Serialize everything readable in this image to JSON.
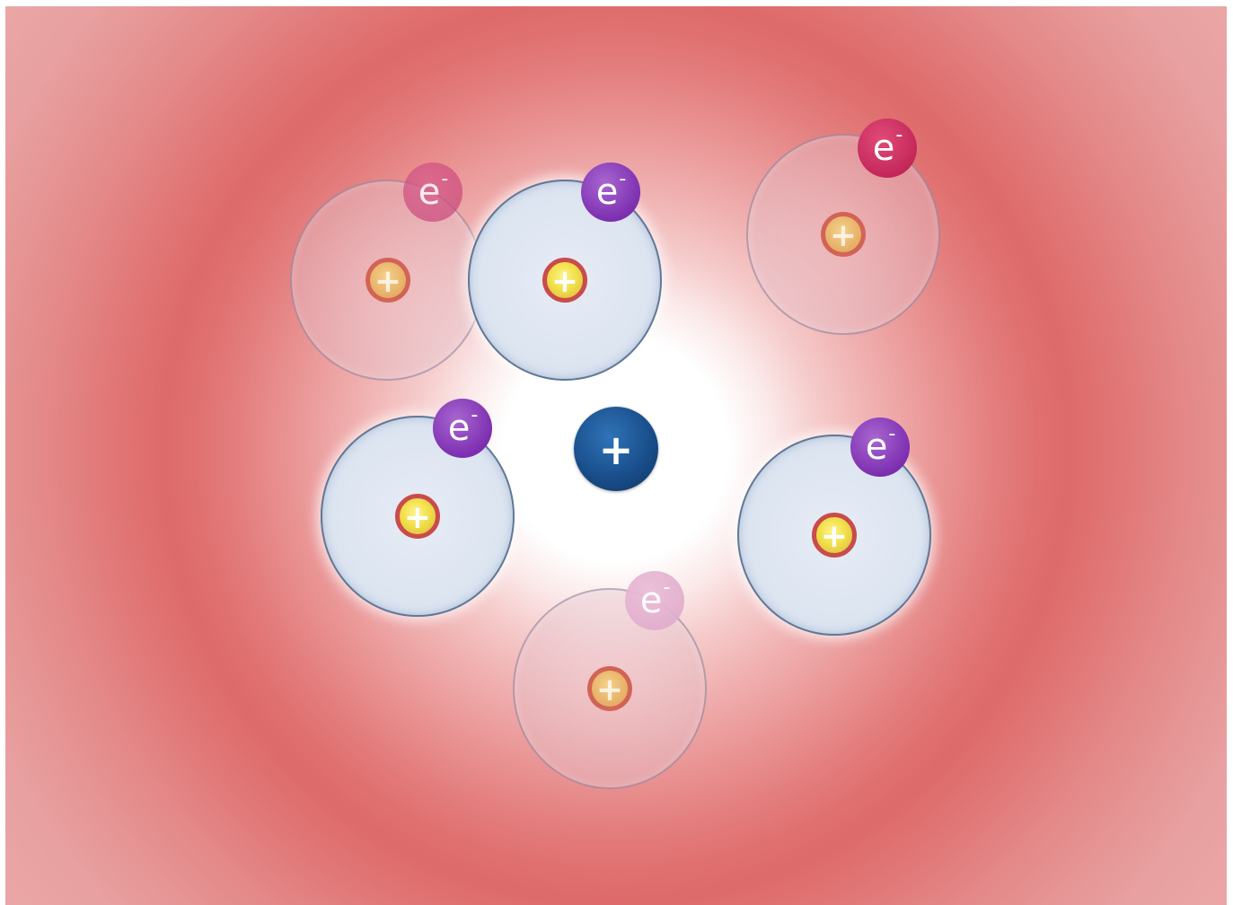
{
  "center_ion": {
    "symbol": "+",
    "color": "#1a4f8c"
  },
  "colors": {
    "background_ring": "#de6a6a",
    "center_glow": "#ffffff",
    "electron_purple": "#7d2fb0",
    "electron_magenta": "#c4285a",
    "nucleus_fill": "#f2e04a",
    "nucleus_border": "#c94c4c"
  },
  "atoms": [
    {
      "id": "atom-upper-left",
      "state": "faded",
      "nucleus_symbol": "+",
      "electron_label": "e",
      "electron_charge": "-",
      "electron_color": "#d05a8c"
    },
    {
      "id": "atom-upper-center",
      "state": "active",
      "nucleus_symbol": "+",
      "electron_label": "e",
      "electron_charge": "-",
      "electron_color": "#7d2fb0"
    },
    {
      "id": "atom-upper-right",
      "state": "faded",
      "nucleus_symbol": "+",
      "electron_label": "e",
      "electron_charge": "-",
      "electron_color": "#c4285a"
    },
    {
      "id": "atom-middle-left",
      "state": "active",
      "nucleus_symbol": "+",
      "electron_label": "e",
      "electron_charge": "-",
      "electron_color": "#7d2fb0"
    },
    {
      "id": "atom-middle-right",
      "state": "active",
      "nucleus_symbol": "+",
      "electron_label": "e",
      "electron_charge": "-",
      "electron_color": "#7d2fb0"
    },
    {
      "id": "atom-bottom",
      "state": "faded",
      "nucleus_symbol": "+",
      "electron_label": "e",
      "electron_charge": "-",
      "electron_color": "#e0b0cc"
    }
  ]
}
